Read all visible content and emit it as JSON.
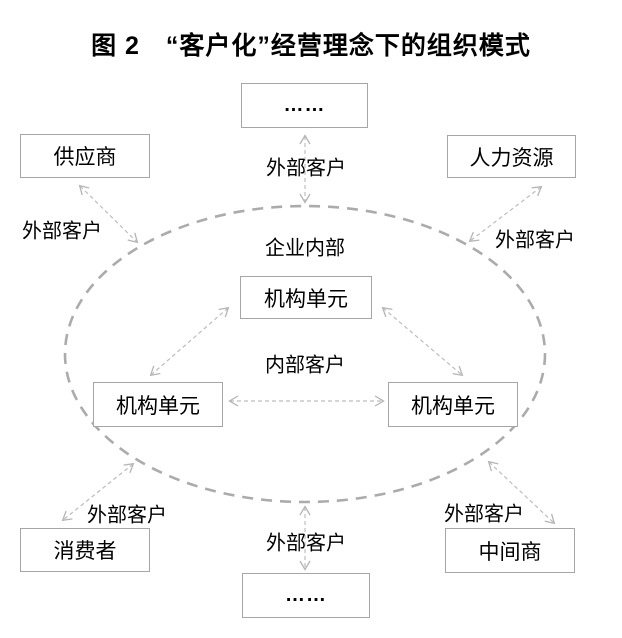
{
  "title": "图 2　“客户化”经营理念下的组织模式",
  "diagram": {
    "nodes": {
      "top_center_dots": "……",
      "supplier": "供应商",
      "human_resources": "人力资源",
      "consumer": "消费者",
      "middleman": "中间商",
      "bottom_center_dots": "……",
      "unit_top": "机构单元",
      "unit_left": "机构单元",
      "unit_right": "机构单元"
    },
    "labels": {
      "enterprise_internal": "企业内部",
      "internal_customer": "内部客户",
      "external_customer": "外部客户"
    },
    "colors": {
      "box_border": "#a6a6a6",
      "ellipse_stroke": "#ababab",
      "arrow_stroke": "#bdbdbd",
      "text": "#000000",
      "background": "#ffffff"
    }
  }
}
